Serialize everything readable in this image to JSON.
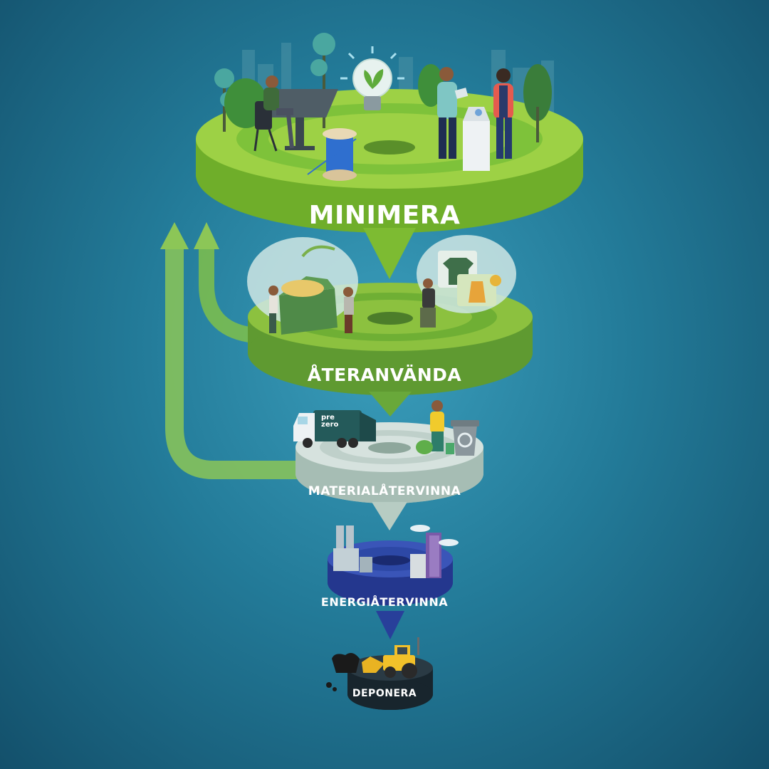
{
  "tiers": [
    {
      "label": "MINIMERA",
      "color": "#7dbb32"
    },
    {
      "label": "ÅTERANVÄNDA",
      "color": "#69a83a"
    },
    {
      "label": "MATERIALÅTERVINNA",
      "color": "#b7ccc3"
    },
    {
      "label": "ENERGIÅTERVINNA",
      "color": "#283f9a"
    },
    {
      "label": "DEPONERA",
      "color": "#1c2c36"
    }
  ],
  "truck_brand": {
    "line1": "pre",
    "line2": "zero"
  },
  "icons": [
    "tree-icon",
    "city-skyline-icon",
    "lightbulb-plant-icon",
    "designer-at-desk-icon",
    "thread-spool-icon",
    "people-with-tablet-icon",
    "milk-carton-icon",
    "box-of-clothes-icon",
    "online-secondhand-shop-icon",
    "garbage-truck-icon",
    "recycling-bin-icon",
    "power-plant-icon",
    "bulldozer-icon",
    "upward-return-arrow-icon"
  ]
}
